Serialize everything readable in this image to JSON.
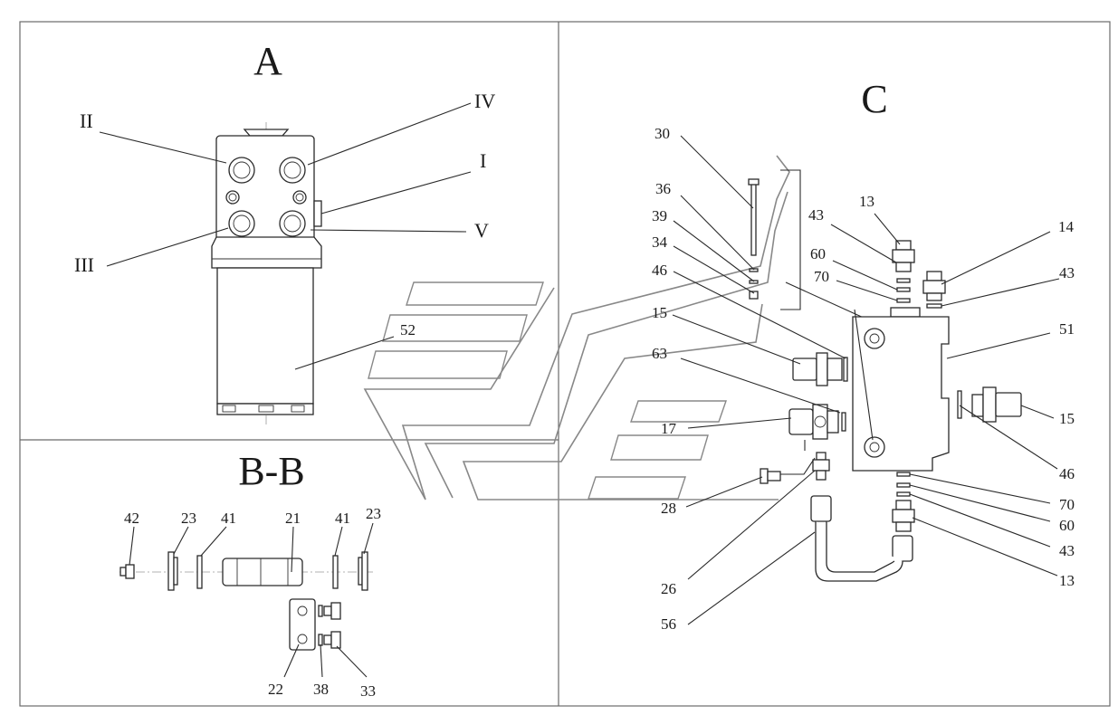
{
  "sections": {
    "a": "A",
    "bb": "B-B",
    "c": "C"
  },
  "ports": {
    "p1": "I",
    "p2": "II",
    "p3": "III",
    "p4": "IV",
    "p5": "V"
  },
  "labels_a": {
    "l52": "52"
  },
  "labels_bb": {
    "l42": "42",
    "l23a": "23",
    "l41a": "41",
    "l21": "21",
    "l41b": "41",
    "l23b": "23",
    "l22": "22",
    "l38": "38",
    "l33": "33"
  },
  "labels_c": {
    "l30": "30",
    "l36": "36",
    "l39": "39",
    "l34": "34",
    "l46a": "46",
    "l15a": "15",
    "l63": "63",
    "l17": "17",
    "l28": "28",
    "l26": "26",
    "l56": "56",
    "l13a": "13",
    "l43a": "43",
    "l60a": "60",
    "l70a": "70",
    "l14": "14",
    "l43b": "43",
    "l51": "51",
    "l15b": "15",
    "l46b": "46",
    "l70b": "70",
    "l60b": "60",
    "l43c": "43",
    "l13b": "13"
  }
}
